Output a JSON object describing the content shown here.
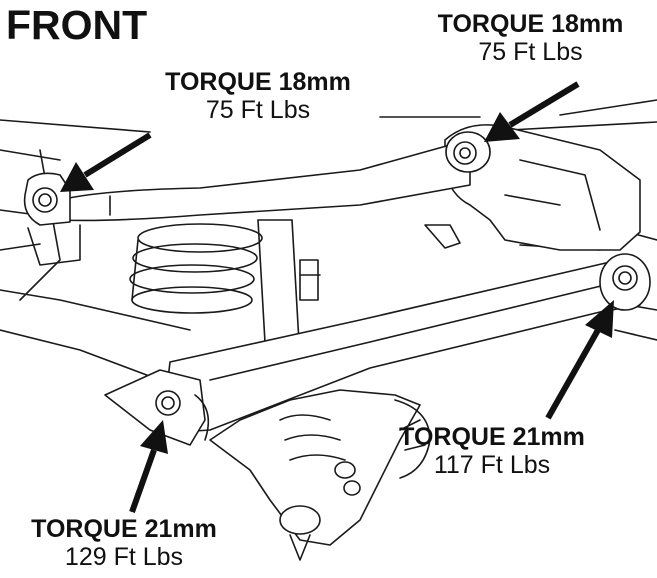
{
  "title": "FRONT",
  "callouts": [
    {
      "id": "upper-rear-bolt",
      "torque_label": "TORQUE 18mm",
      "value_label": "75 Ft Lbs"
    },
    {
      "id": "upper-front-bolt",
      "torque_label": "TORQUE 18mm",
      "value_label": "75 Ft Lbs"
    },
    {
      "id": "lower-rear-bolt",
      "torque_label": "TORQUE 21mm",
      "value_label": "117 Ft Lbs"
    },
    {
      "id": "lower-front-bolt",
      "torque_label": "TORQUE 21mm",
      "value_label": "129 Ft Lbs"
    }
  ],
  "colors": {
    "line": "#1a1a1a",
    "fill": "#ffffff",
    "arrow": "#111111"
  }
}
